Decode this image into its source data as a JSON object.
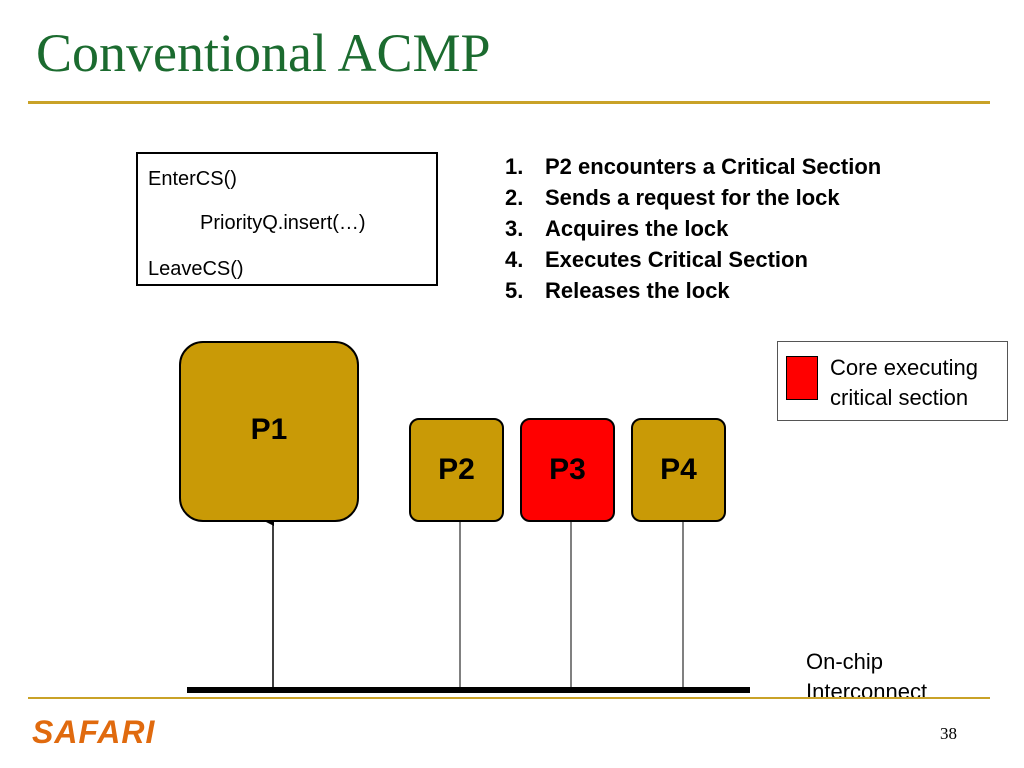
{
  "slide": {
    "title": "Conventional ACMP",
    "page_number": "38",
    "logo_text": "SAFARI"
  },
  "code_box": {
    "lines": [
      "EnterCS()",
      "PriorityQ.insert(…)",
      "LeaveCS()"
    ]
  },
  "steps": [
    {
      "num": "1.",
      "text": "P2 encounters a Critical Section"
    },
    {
      "num": "2.",
      "text": "Sends a request for the lock"
    },
    {
      "num": "3.",
      "text": "Acquires the lock"
    },
    {
      "num": "4.",
      "text": "Executes Critical Section"
    },
    {
      "num": "5.",
      "text": "Releases the lock"
    }
  ],
  "cores": [
    {
      "label": "P1",
      "executing_critical_section": false
    },
    {
      "label": "P2",
      "executing_critical_section": false
    },
    {
      "label": "P3",
      "executing_critical_section": true
    },
    {
      "label": "P4",
      "executing_critical_section": false
    }
  ],
  "legend": {
    "line1": "Core executing",
    "line2": "critical section",
    "swatch_color": "#ff0000"
  },
  "interconnect": {
    "line1": "On-chip",
    "line2": "Interconnect"
  },
  "colors": {
    "title": "#1b6b2f",
    "rule": "#c9a227",
    "core": "#c99a06",
    "core_critical": "#ff0000",
    "logo": "#e06a0e"
  }
}
